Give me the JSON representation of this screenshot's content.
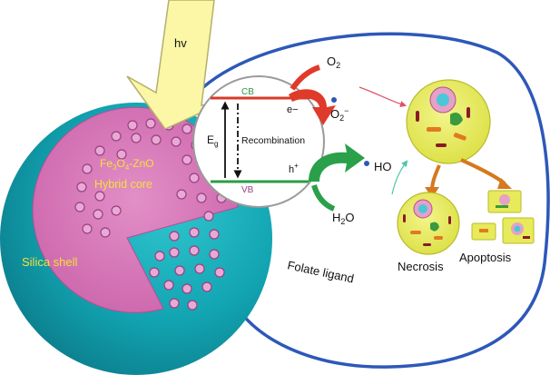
{
  "light": {
    "label": "hv"
  },
  "core": {
    "formula_fe": "Fe",
    "formula_sub3": "3",
    "formula_o": "O",
    "formula_sub4": "4",
    "formula_zno": "-ZnO",
    "line2": "Hybrid core"
  },
  "shell": {
    "label": "Silica shell"
  },
  "ligand": {
    "label": "Folate ligand"
  },
  "band": {
    "cb": "CB",
    "vb": "VB",
    "eg_main": "E",
    "eg_sub": "g",
    "recombination": "Recombination",
    "electron": "e−",
    "hole": "h",
    "hole_sup": "+"
  },
  "species": {
    "o2": "O",
    "o2_sub": "2",
    "superoxide": "O",
    "superoxide_sub": "2",
    "superoxide_sup": "−",
    "ho": "HO",
    "h2o_h": "H",
    "h2o_sub": "2",
    "h2o_o": "O"
  },
  "outcomes": {
    "necrosis": "Necrosis",
    "apoptosis": "Apoptosis"
  },
  "colors": {
    "shell_teal": "#1aa7b4",
    "core_pink": "#d773b8",
    "arrow_yellow": "#fbf7a7",
    "cb_red": "#d83a2a",
    "vb_green": "#2a9d48",
    "cell_yellow": "#e7ea5a",
    "label_yellow": "#f4e03a",
    "frame_blue": "#2d58b9"
  }
}
